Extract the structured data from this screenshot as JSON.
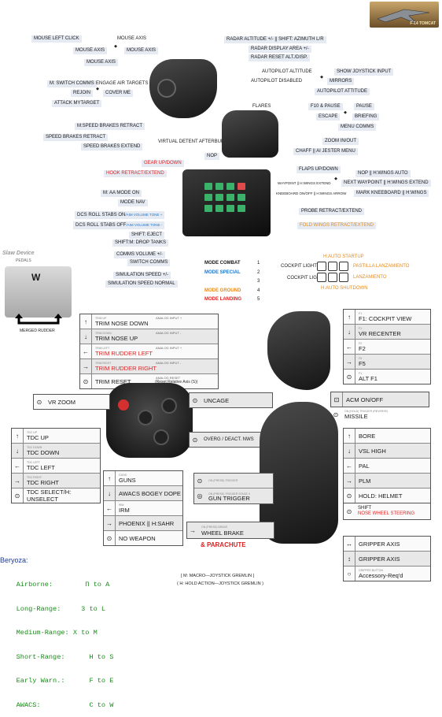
{
  "logo": {
    "caption": "F-14 TOMCAT"
  },
  "rudder": {
    "brand": "Slaw Device",
    "subtitle": "PEDALS",
    "axis": "W",
    "footer": "MERGED RUDDER"
  },
  "throttle_labels": {
    "mouse_left_click": "MOUSE LEFT CLICK",
    "mouse_axis_1": "MOUSE AXIS",
    "mouse_axis_left": "MOUSE AXIS",
    "mouse_axis_right": "MOUSE AXIS",
    "mouse_axis_bottom": "MOUSE AXIS",
    "switch_comms": "M: SWITCH COMMS",
    "engage_air": "ENGAGE AIR TARGETS",
    "rejoin": "REJOIN",
    "cover_me": "COVER ME",
    "attack_target": "ATTACK MYTARGET",
    "speed_brakes_retract_m": "M:SPEED BRAKES RETRACT",
    "speed_brakes_retract": "SPEED BRAKES RETRACT",
    "speed_brakes_extend": "SPEED BRAKES EXTEND",
    "virtual_detent": "VIRTUAL DETENT AFTERBURNER",
    "radar_altitude": "RADAR ALTITUDE +/-  || SHIFT: AZIMUTH L/R",
    "radar_display_area": "RADAR DISPLAY AREA +/-",
    "radar_reset": "RADAR RESET ALT./DISP.",
    "autopilot_altitude": "AUTOPILOT ALTITUDE",
    "show_joystick_input": "SHOW JOYSTICK INPUT",
    "autopilot_disabled": "AUTOPILOT DISABLED",
    "mirrors": "MIRRORS",
    "autopilot_attitude": "AUTOPILOT ATTITUDE",
    "flares": "FLARES",
    "f10_pause": "F10 & PAUSE",
    "pause": "PAUSE",
    "escape": "ESCAPE",
    "briefing": "BRIEFING",
    "menu_comms": "MENU COMMS",
    "zoom": "ZOOM IN/OUT",
    "nop_1": "NOP",
    "chaff": "CHAFF || AI JESTER MENU",
    "gear": "GEAR UP/DOWN",
    "hook": "HOOK RETRACT/EXTEND",
    "flaps": "FLAPS UP/DOWN",
    "nop_wings": "NOP || H:WINGS AUTO",
    "waypoint": "WAYPOINT || H:WINGS EXTEND",
    "next_waypoint": "NEXT WAYPOINT || H:WINGS EXTEND",
    "kneeboard": "KNEEBOARD ON/OFF || H:WINGS ARROW",
    "mark_kneeboard": "MARK KNEEBOARD || H:WINGS",
    "aa_mode": "M: AA MODE ON",
    "mode_nav": "MODE NAV",
    "dcs_roll_on": "DCS ROLL STABS ON",
    "dcs_roll_on_tone": "/AIM VOLUME TONE +",
    "dcs_roll_off": "DCS ROLL STABS OFF",
    "dcs_roll_off_tone": "/AIM VOLUME TONE -",
    "probe": "PROBE RETRACT/EXTEND",
    "fold_wings": "FOLD WINGS RETRACT/EXTEND",
    "shift_eject": "SHIFT: EJECT",
    "drop_tanks": "SHIFT:M: DROP TANKS",
    "comms_volume": "COMMS VOLUME +/-",
    "switch_comms_2": "SWITCH COMMS",
    "sim_speed": "SIMULATION SPEED +/-",
    "sim_speed_normal": "SIMULATION SPEED  NORMAL"
  },
  "modes": {
    "combat": "MODE COMBAT",
    "special": "MODE SPECIAL",
    "ground": "MODE GROUND",
    "landing": "MODE LANDING",
    "n1": "1",
    "n2": "2",
    "n3": "3",
    "n4": "4",
    "n5": "5"
  },
  "startup": {
    "h_auto_startup": "H:AUTO STARTUP",
    "cockpit_lights_plus": "COCKPIT LIGHTS +",
    "cockpit_lights_minus": "COCKPIT LIGHTS -",
    "pastilla": "PASTILLA LANZAMIENTO",
    "lanzamiento": "LANZAMIENTO",
    "h_auto_shutdown": "H:AUTO SHUTDOWN"
  },
  "trim_table": [
    {
      "sym": "↑",
      "small": "TRIM UP",
      "text": "TRIM NOSE DOWN",
      "red": false,
      "right": "ANALOG INPUT +",
      "right2": ""
    },
    {
      "sym": "↓",
      "small": "TRIM DOWN",
      "text": "TRIM NOSE UP",
      "red": false,
      "right": "ANALOG INPUT -",
      "right2": ""
    },
    {
      "sym": "←",
      "small": "TRIM LEFT",
      "text": "TRIM RUDDER LEFT",
      "red": true,
      "right": "ANALOG INPUT +",
      "right2": ""
    },
    {
      "sym": "→",
      "small": "TRIM RIGHT",
      "text": "TRIM RUDDER RIGHT",
      "red": true,
      "right": "ANALOG INPUT -",
      "right2": ""
    },
    {
      "sym": "⊙",
      "small": "",
      "text": "TRIM RESET",
      "red": false,
      "right": "ANALOG RESET",
      "right2": "(Reset Relative Axis (S))"
    }
  ],
  "stick_table": [
    {
      "sym": "↑",
      "small": "F1",
      "text": "F1: COCKPIT VIEW"
    },
    {
      "sym": "↓",
      "small": "F1",
      "text": "VR RECENTER"
    },
    {
      "sym": "←",
      "small": "F2",
      "text": "F2"
    },
    {
      "sym": "→",
      "small": "F5",
      "text": "F5"
    },
    {
      "sym": "⊙",
      "small": "F1",
      "text": "ALT F1"
    }
  ],
  "vr_zoom": "VR ZOOM",
  "uncage": "UNCAGE",
  "overg": "OVERG / DEACT. NWS",
  "tdc_table": [
    {
      "sym": "↑",
      "small": "TDC UP",
      "text": "TDC UP"
    },
    {
      "sym": "↓",
      "small": "TDC DOWN",
      "text": "TDC DOWN"
    },
    {
      "sym": "←",
      "small": "TDC LEFT",
      "text": "TDC LEFT"
    },
    {
      "sym": "→",
      "small": "TDC RIGHT",
      "text": "TDC RIGHT"
    },
    {
      "sym": "⊙",
      "small": "",
      "text": "TDC SELECT/H: UNSELECT"
    }
  ],
  "weapon_table": [
    {
      "sym": "↑",
      "small": "GUNS",
      "text": "GUNS"
    },
    {
      "sym": "↓",
      "small": "",
      "text": "AWACS BOGEY DOPE"
    },
    {
      "sym": "←",
      "small": "IRM",
      "text": "IRM"
    },
    {
      "sym": "→",
      "small": "",
      "text": "PHOENIX || H:SAHR"
    },
    {
      "sym": "⊙",
      "small": "",
      "text": "NO WEAPON"
    }
  ],
  "acm": {
    "text1": "ACM ON/OFF",
    "small": "ON (HOLD) TRIGGER (REVERSE)",
    "text2": "MISSILE"
  },
  "trigger": {
    "small1": "ON (PRESS) TRIGGER",
    "small2": "ON (PRESS) TRIGGER STAGE II",
    "text": "GUN TRIGGER"
  },
  "brake": {
    "small": "ON (PRESS) BRAKE",
    "text": "WHEEL BRAKE"
  },
  "parachute": "& PARACHUTE",
  "hat_table": [
    {
      "sym": "↑",
      "small": "",
      "text": "BORE"
    },
    {
      "sym": "↓",
      "small": "",
      "text": "VSL HIGH"
    },
    {
      "sym": "←",
      "small": "",
      "text": "PAL"
    },
    {
      "sym": "→",
      "small": "",
      "text": "PLM"
    },
    {
      "sym": "⊙",
      "small": "",
      "text": "HOLD: HELMET"
    }
  ],
  "shift_row": {
    "sym": "⊙",
    "text": "SHIFT",
    "red": "NOSE WHEEL STEERING"
  },
  "grip_table": [
    {
      "sym": "↔",
      "small": "",
      "text": "GRIPPER AXIS"
    },
    {
      "sym": "↕",
      "small": "",
      "text": "GRIPPER AXIS"
    },
    {
      "sym": "○",
      "small": "GRIPPER BUTTON",
      "text": "Accessory-Req'd"
    }
  ],
  "beryoza": {
    "title": "Beryoza:",
    "lines": [
      "    Airborne:        Π to A",
      "    Long-Range:     3 to L",
      "    Medium-Range: X to M",
      "    Short-Range:      H to S",
      "    Early Warn.:      F to E",
      "    AWACS:            C to W"
    ]
  },
  "footer": {
    "macro": "[ M: MACRO—JOYSTICK GREMLIN ]",
    "hold": "( H: HOLD ACTION—JOYSTICK GREMLIN )"
  }
}
